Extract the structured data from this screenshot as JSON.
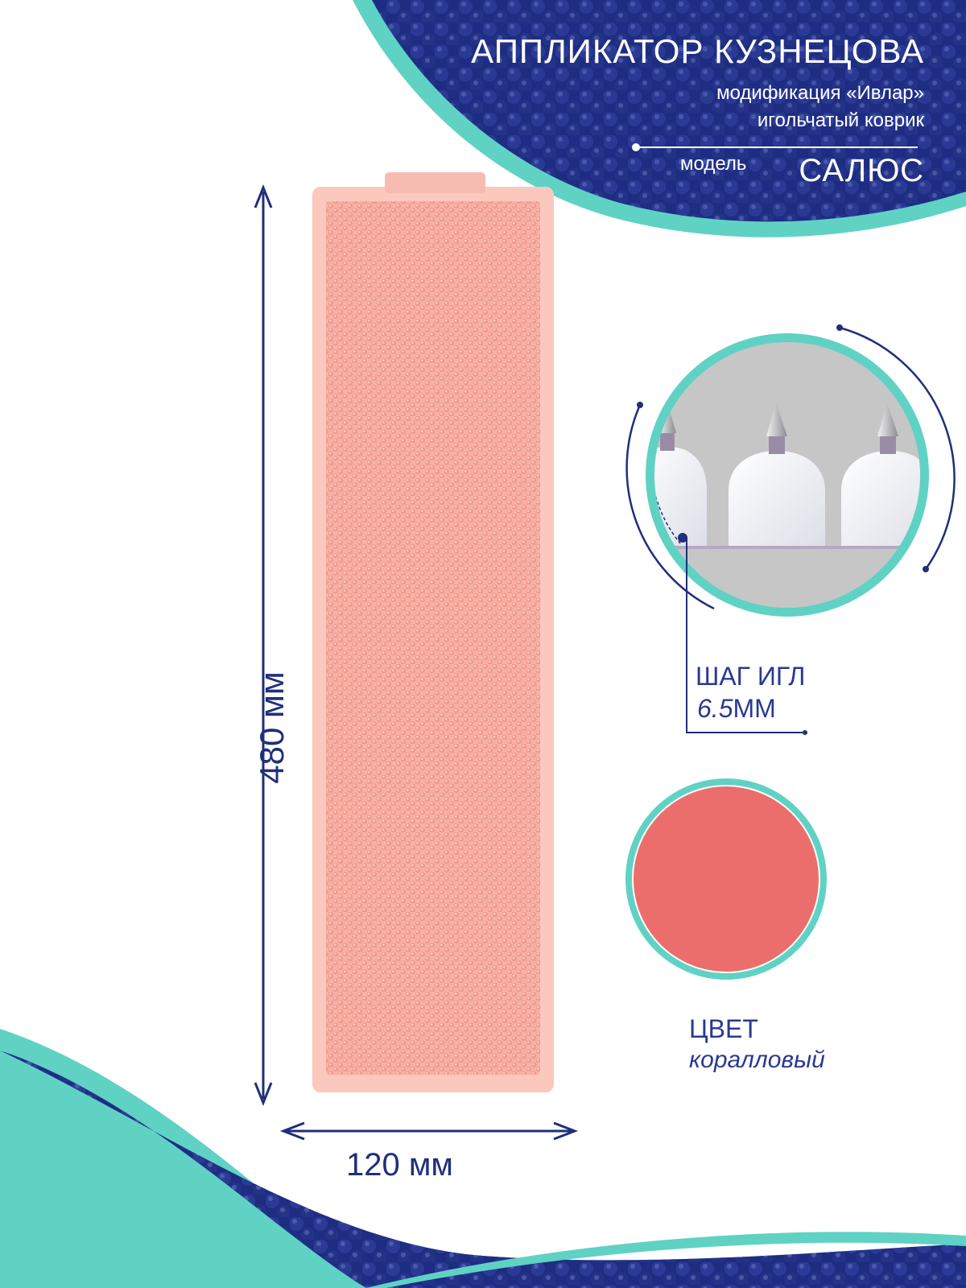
{
  "header": {
    "title": "АППЛИКАТОР КУЗНЕЦОВА",
    "subtitle_line1": "модификация «Ивлар»",
    "subtitle_line2": "игольчатый коврик",
    "model_label": "модель",
    "model_value": "САЛЮС"
  },
  "dimensions": {
    "height": "480 мм",
    "width": "120 мм"
  },
  "needle_step": {
    "label": "ШАГ ИГЛ",
    "value_number": "6.5",
    "value_unit": "ММ"
  },
  "color": {
    "label": "ЦВЕТ",
    "value": "коралловый",
    "swatch_hex": "#ec6e6c"
  },
  "colors": {
    "navy": "#1f2f7a",
    "teal": "#5fd2c4",
    "mat_pink": "#f6b3a8",
    "needle_bg": "#c6c6c6"
  }
}
